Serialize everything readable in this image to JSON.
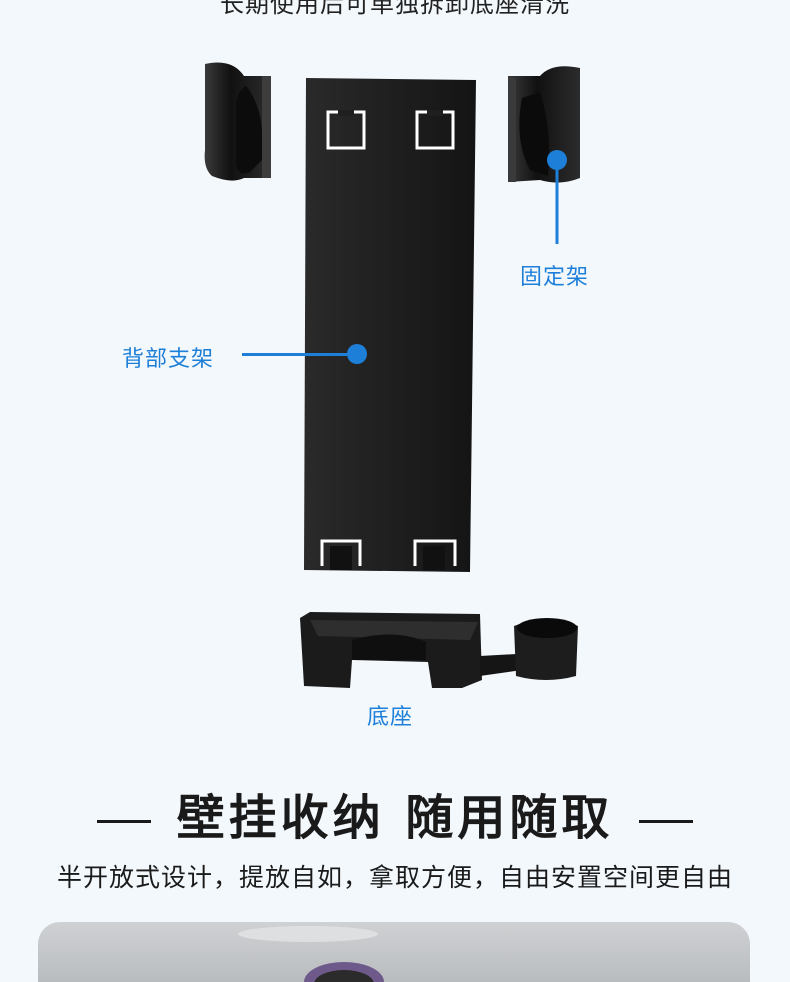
{
  "top_caption": "长期使用后可单独拆卸底座清洗",
  "callouts": {
    "mount": "固定架",
    "back_bracket": "背部支架",
    "base": "底座"
  },
  "headline": "壁挂收纳 随用随取",
  "subline": "半开放式设计，提放自如，拿取方便，自由安置空间更自由",
  "colors": {
    "accent": "#1e7fd8",
    "part": "#1c1c1c",
    "background": "#f3f8fc"
  }
}
